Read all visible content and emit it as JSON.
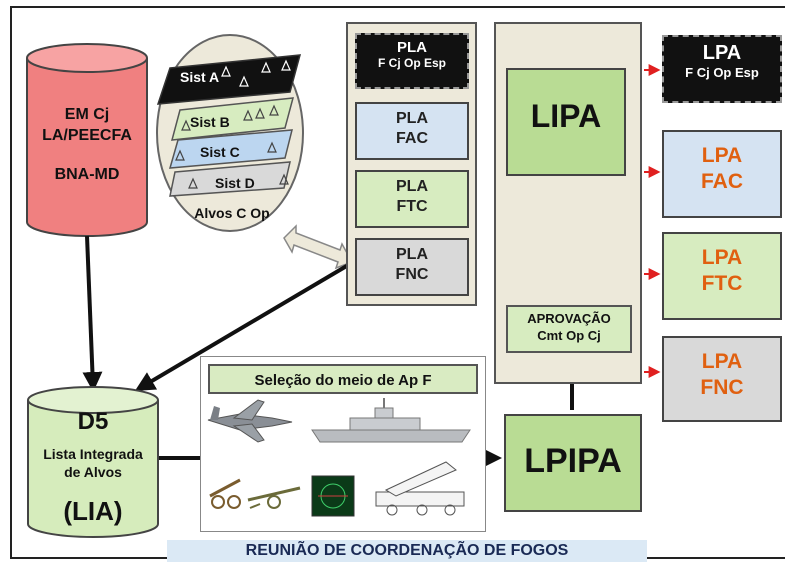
{
  "source_db": {
    "line1": "EM Cj",
    "line2": "LA/PEECFA",
    "line3": "BNA-MD"
  },
  "targets_stack": {
    "layers": [
      "Sist A",
      "Sist B",
      "Sist C",
      "Sist D"
    ],
    "caption": "Alvos C Op"
  },
  "pla_column": {
    "items": [
      {
        "line1": "PLA",
        "line2": "F Cj Op Esp"
      },
      {
        "line1": "PLA",
        "line2": "FAC"
      },
      {
        "line1": "PLA",
        "line2": "FTC"
      },
      {
        "line1": "PLA",
        "line2": "FNC"
      }
    ]
  },
  "lipa": {
    "label": "LIPA"
  },
  "approval": {
    "line1": "APROVAÇÃO",
    "line2": "Cmt Op Cj"
  },
  "lpa_column": {
    "items": [
      {
        "line1": "LPA",
        "line2": "F Cj Op Esp"
      },
      {
        "line1": "LPA",
        "line2": "FAC"
      },
      {
        "line1": "LPA",
        "line2": "FTC"
      },
      {
        "line1": "LPA",
        "line2": "FNC"
      }
    ]
  },
  "d5_db": {
    "title": "D5",
    "line1": "Lista Integrada",
    "line2": "de Alvos",
    "line3": "(LIA)"
  },
  "selection": {
    "title": "Seleção do meio de Ap F"
  },
  "lpipa": {
    "label": "LPIPA"
  },
  "banner": {
    "text": "REUNIÃO DE COORDENAÇÃO DE FOGOS"
  },
  "colors": {
    "red_db": "#f08080",
    "green_db": "#d6ecbc",
    "blue_doc": "#d5e3f2",
    "green_doc": "#d7ecc0",
    "gray_doc": "#d9d9d9",
    "lipa_green": "#b9dc94",
    "tan_panel": "#ede9da",
    "orange_text": "#e06010",
    "red_arrow": "#e02020"
  }
}
